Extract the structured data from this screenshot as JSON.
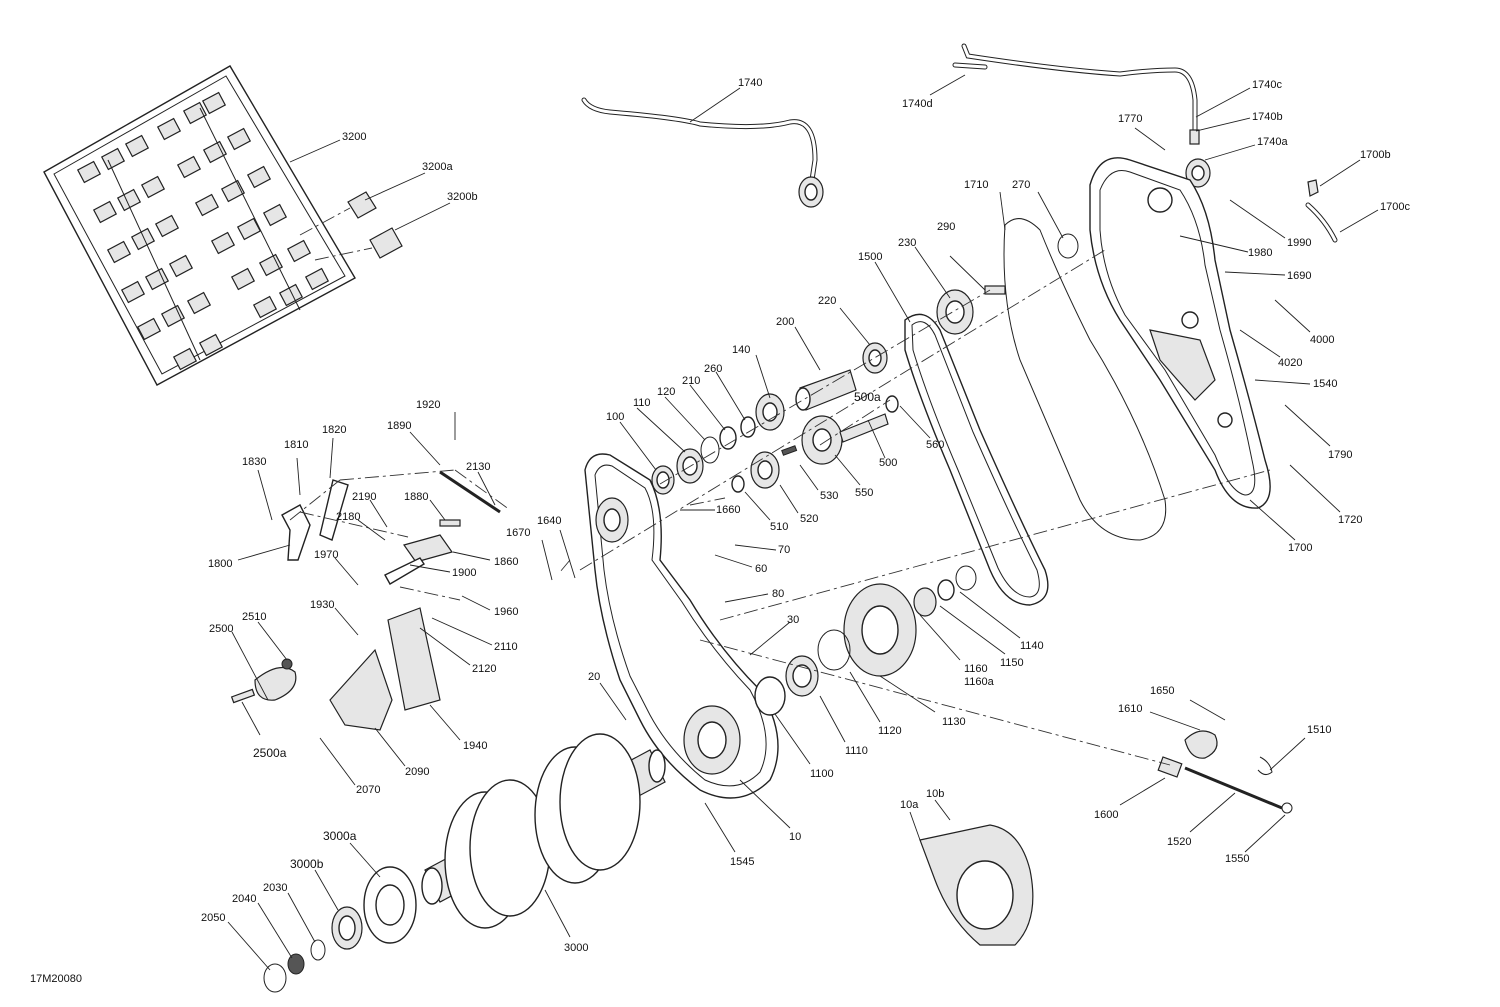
{
  "drawing_code": "17M20080",
  "callouts": {
    "c10": "10",
    "c10a": "10a",
    "c10b": "10b",
    "c20": "20",
    "c30": "30",
    "c60": "60",
    "c70": "70",
    "c80": "80",
    "c100": "100",
    "c110": "110",
    "c120": "120",
    "c140": "140",
    "c200": "200",
    "c210": "210",
    "c220": "220",
    "c230": "230",
    "c260": "260",
    "c270": "270",
    "c290": "290",
    "c500": "500",
    "c500a": "500a",
    "c510": "510",
    "c520": "520",
    "c530": "530",
    "c550": "550",
    "c560": "560",
    "c1100": "1100",
    "c1110": "1110",
    "c1120": "1120",
    "c1130": "1130",
    "c1140": "1140",
    "c1150": "1150",
    "c1160": "1160",
    "c1160a": "1160a",
    "c1500": "1500",
    "c1510": "1510",
    "c1520": "1520",
    "c1540": "1540",
    "c1545": "1545",
    "c1550": "1550",
    "c1600": "1600",
    "c1610": "1610",
    "c1640": "1640",
    "c1650": "1650",
    "c1660": "1660",
    "c1670": "1670",
    "c1690": "1690",
    "c1700": "1700",
    "c1700b": "1700b",
    "c1700c": "1700c",
    "c1710": "1710",
    "c1720": "1720",
    "c1740": "1740",
    "c1740a": "1740a",
    "c1740b": "1740b",
    "c1740c": "1740c",
    "c1740d": "1740d",
    "c1770": "1770",
    "c1790": "1790",
    "c1800": "1800",
    "c1810": "1810",
    "c1820": "1820",
    "c1830": "1830",
    "c1860": "1860",
    "c1880": "1880",
    "c1890": "1890",
    "c1900": "1900",
    "c1920": "1920",
    "c1930": "1930",
    "c1940": "1940",
    "c1960": "1960",
    "c1970": "1970",
    "c1980": "1980",
    "c1990": "1990",
    "c2030": "2030",
    "c2040": "2040",
    "c2050": "2050",
    "c2070": "2070",
    "c2090": "2090",
    "c2110": "2110",
    "c2120": "2120",
    "c2130": "2130",
    "c2180": "2180",
    "c2190": "2190",
    "c2500": "2500",
    "c2500a": "2500a",
    "c2510": "2510",
    "c3000": "3000",
    "c3000a": "3000a",
    "c3000b": "3000b",
    "c3200": "3200",
    "c3200a": "3200a",
    "c3200b": "3200b",
    "c4000": "4000",
    "c4020": "4020"
  }
}
